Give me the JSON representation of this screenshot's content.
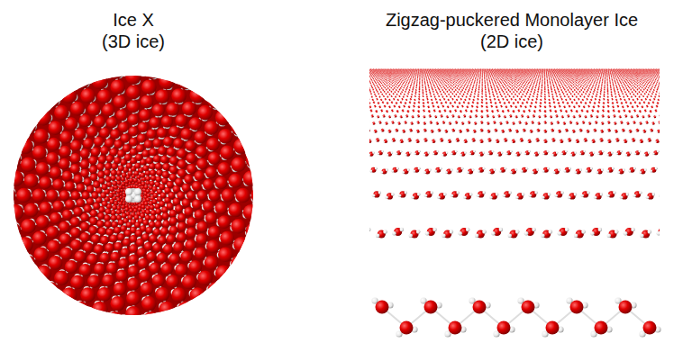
{
  "diagram": {
    "labels": [
      "Ice X",
      "(3D ice)",
      "Zigzag-puckered Monolayer Ice",
      "(2D ice)"
    ]
  }
}
